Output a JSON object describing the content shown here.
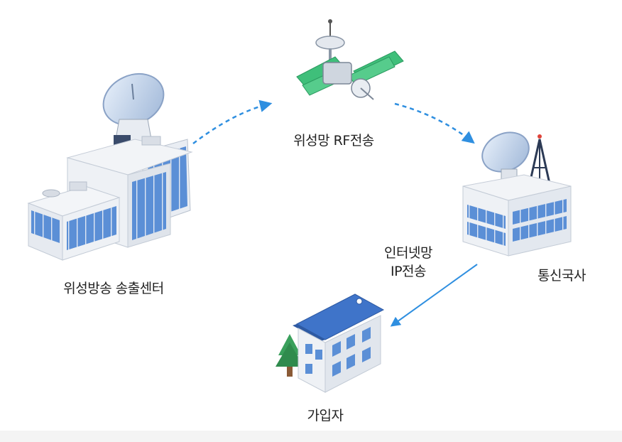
{
  "nodes": {
    "satellite": {
      "label": "위성망 RF전송"
    },
    "broadcast_center": {
      "label": "위성방송 송출센터"
    },
    "telecom_station": {
      "label": "통신국사"
    },
    "subscriber": {
      "label": "가입자"
    }
  },
  "links": {
    "internet_ip": {
      "line1": "인터넷망",
      "line2": "IP전송"
    }
  },
  "colors": {
    "arrow": "#2f8fe0",
    "glass": "#5b8fd6",
    "roof_blue": "#3f74c9",
    "wall": "#eef1f5",
    "panel_green": "#3fbf7a"
  }
}
